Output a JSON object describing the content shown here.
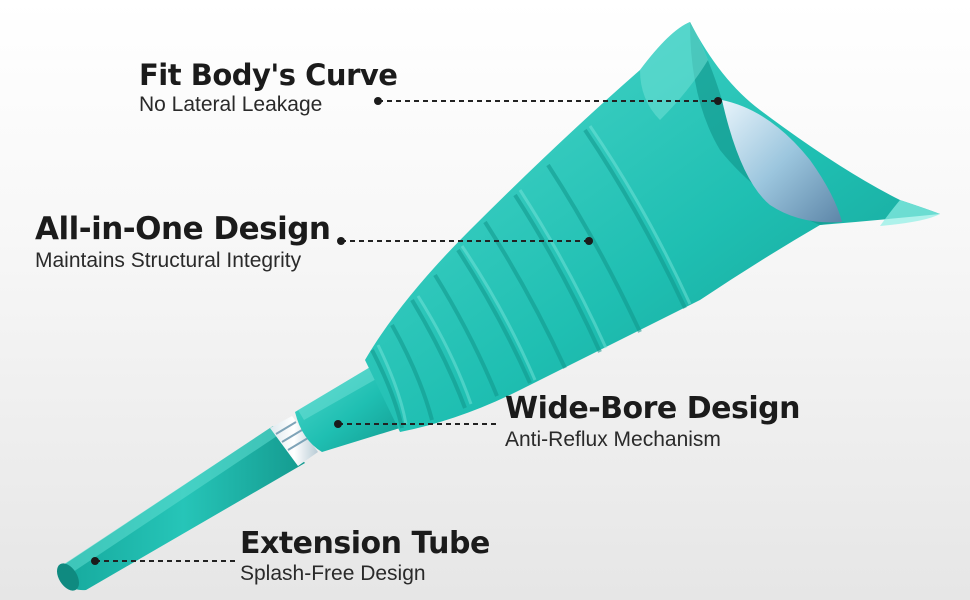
{
  "callouts": [
    {
      "title": "Fit Body's Curve",
      "subtitle": "No Lateral Leakage"
    },
    {
      "title": "All-in-One Design",
      "subtitle": "Maintains Structural Integrity"
    },
    {
      "title": "Wide-Bore Design",
      "subtitle": "Anti-Reflux Mechanism"
    },
    {
      "title": "Extension Tube",
      "subtitle": "Splash-Free Design"
    }
  ],
  "colors": {
    "product_teal": "#1fbfb2",
    "product_teal_dark": "#12978c",
    "product_teal_light": "#5fdcd0",
    "text": "#1b1b1b",
    "leader_line": "#222222"
  }
}
